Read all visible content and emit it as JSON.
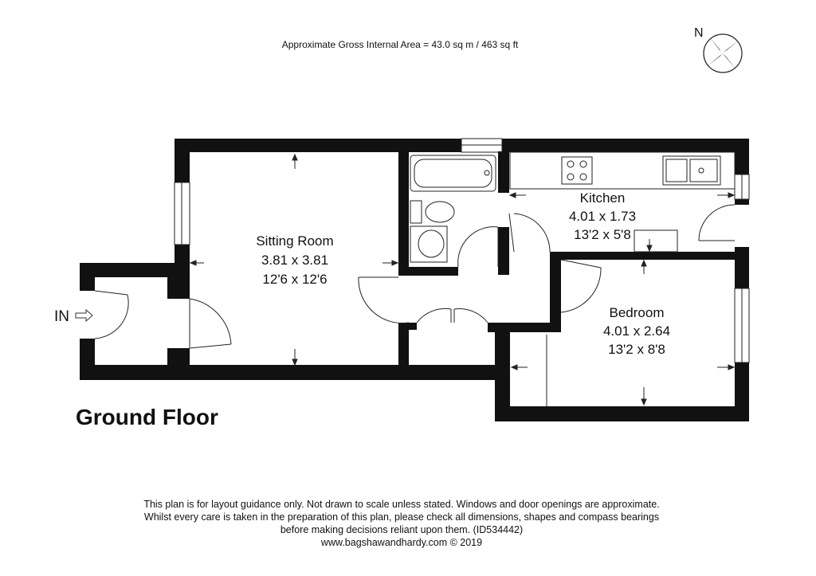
{
  "header": {
    "area_text": "Approximate Gross Internal Area = 43.0 sq m / 463 sq ft"
  },
  "compass": {
    "north_label": "N"
  },
  "entrance": {
    "label": "IN"
  },
  "floor": {
    "title": "Ground Floor"
  },
  "rooms": [
    {
      "name": "Sitting Room",
      "metric": "3.81 x 3.81",
      "imperial": "12'6 x 12'6"
    },
    {
      "name": "Kitchen",
      "metric": "4.01 x 1.73",
      "imperial": "13'2 x 5'8"
    },
    {
      "name": "Bedroom",
      "metric": "4.01 x 2.64",
      "imperial": "13'2 x 8'8"
    }
  ],
  "footer": {
    "line1": "This plan is for layout guidance only. Not drawn to scale unless stated. Windows and door openings are approximate.",
    "line2": "Whilst every care is taken in the preparation of this plan, please check all dimensions, shapes and compass bearings",
    "line3": "before making decisions reliant upon them. (ID534442)",
    "website": "www.bagshawandhardy.com © 2019"
  },
  "colors": {
    "wall": "#111111",
    "line": "#222222"
  }
}
